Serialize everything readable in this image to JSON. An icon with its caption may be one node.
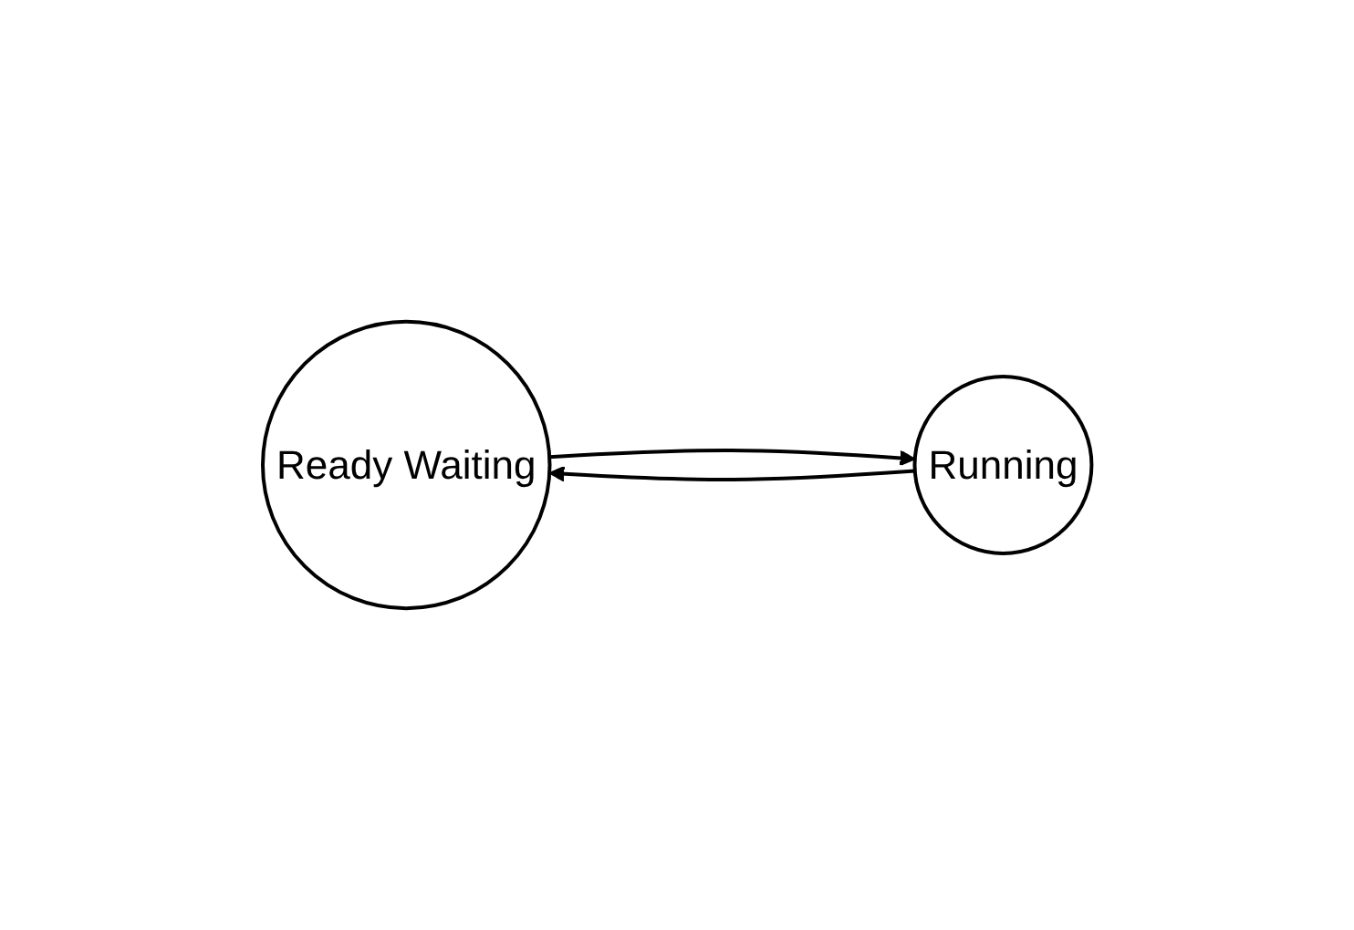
{
  "diagram": {
    "nodes": [
      {
        "text": [
          "Ready Waiting"
        ]
      },
      {
        "text": [
          "Running"
        ]
      }
    ],
    "edges": [
      {
        "from": 1,
        "to": 0,
        "arrow": "to"
      },
      {
        "from": 0,
        "to": 1,
        "arrow": "to"
      }
    ]
  }
}
